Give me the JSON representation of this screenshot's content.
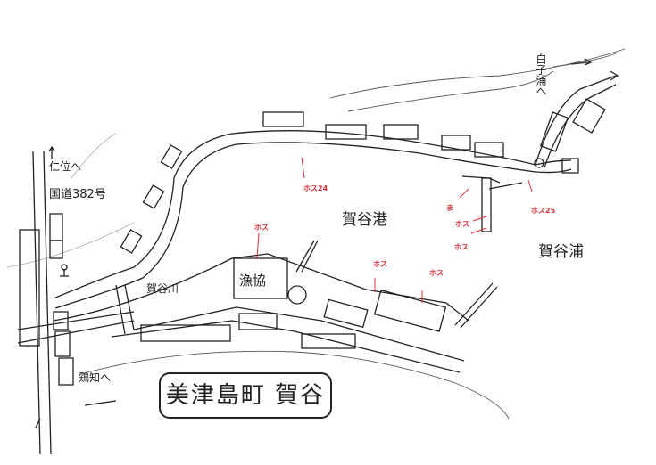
{
  "title": "美津島町 賀谷",
  "labels": {
    "harbor": "賀谷港",
    "bay": "賀谷浦",
    "fishery_coop": "漁協",
    "river": "賀谷川",
    "to_north": "仁位へ",
    "route": "国道382号",
    "to_south": "鶏知へ",
    "to_shirakoura": "白子浦へ"
  },
  "markers": {
    "m24": "ホス24",
    "m25": "ホス25",
    "m_a": "ま",
    "m_b": "ホス",
    "m_c": "ホス",
    "m_d": "ホス",
    "m_e": "ホス",
    "m_f": "ホス"
  },
  "colors": {
    "ink": "#222222",
    "marker": "#e0303a"
  }
}
